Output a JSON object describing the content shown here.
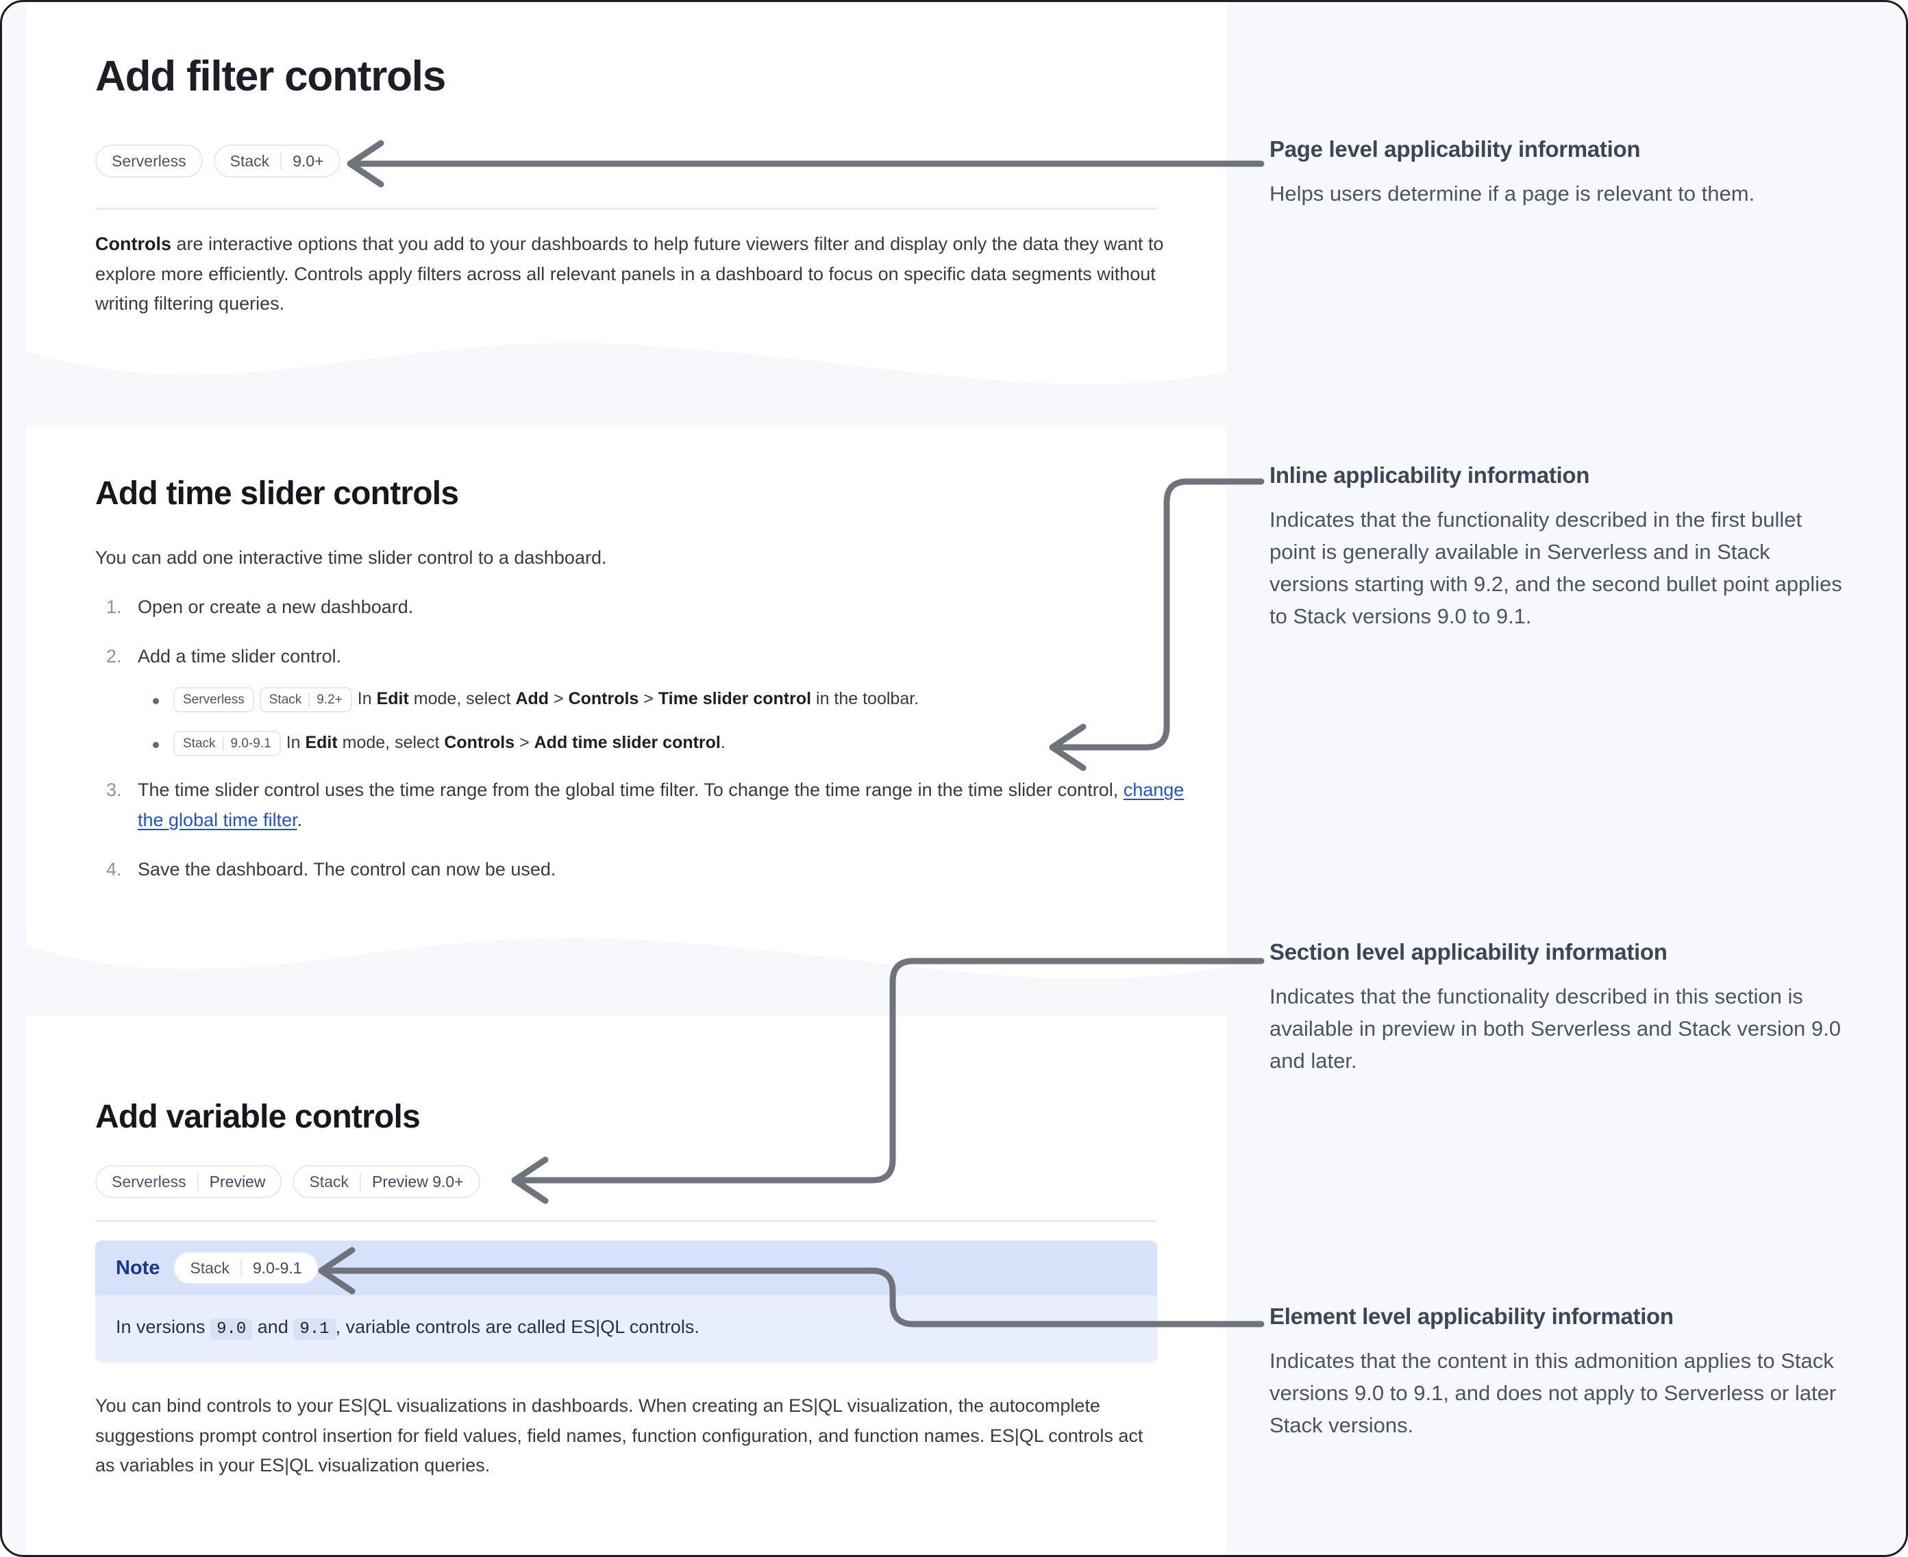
{
  "page": {
    "title": "Add filter controls",
    "title_badges": [
      {
        "lifecycle": "Serverless",
        "version": ""
      },
      {
        "lifecycle": "Stack",
        "version": "9.0+"
      }
    ],
    "intro": {
      "lead": "Controls",
      "rest": " are interactive options that you add to your dashboards to help future viewers filter and display only the data they want to explore more efficiently. Controls apply filters across all relevant panels in a dashboard to focus on specific data segments without writing filtering queries."
    }
  },
  "time_slider_section": {
    "heading": "Add time slider controls",
    "intro": "You can add one interactive time slider control to a dashboard.",
    "steps": [
      {
        "text": "Open or create a new dashboard."
      },
      {
        "text": "Add a time slider control."
      },
      {
        "text_before_link": "The time slider control uses the time range from the global time filter. To change the time range in the time slider control, ",
        "link": "change the global time filter",
        "text_after_link": "."
      },
      {
        "text": "Save the dashboard. The control can now be used."
      }
    ],
    "substeps": [
      {
        "badges": [
          {
            "lifecycle": "Serverless",
            "version": ""
          },
          {
            "lifecycle": "Stack",
            "version": "9.2+"
          }
        ],
        "parts": [
          {
            "t": "In ",
            "b": false
          },
          {
            "t": "Edit",
            "b": true
          },
          {
            "t": " mode, select ",
            "b": false
          },
          {
            "t": "Add",
            "b": true
          },
          {
            "t": " > ",
            "b": false
          },
          {
            "t": "Controls",
            "b": true
          },
          {
            "t": " > ",
            "b": false
          },
          {
            "t": "Time slider control",
            "b": true
          },
          {
            "t": " in the toolbar.",
            "b": false
          }
        ]
      },
      {
        "badges": [
          {
            "lifecycle": "Stack",
            "version": "9.0-9.1"
          }
        ],
        "parts": [
          {
            "t": "In ",
            "b": false
          },
          {
            "t": "Edit",
            "b": true
          },
          {
            "t": " mode, select ",
            "b": false
          },
          {
            "t": "Controls",
            "b": true
          },
          {
            "t": " > ",
            "b": false
          },
          {
            "t": "Add time slider control",
            "b": true
          },
          {
            "t": ".",
            "b": false
          }
        ]
      }
    ]
  },
  "variable_section": {
    "heading": "Add variable controls",
    "badges": [
      {
        "lifecycle": "Serverless",
        "version": "Preview"
      },
      {
        "lifecycle": "Stack",
        "version": "Preview 9.0+"
      }
    ],
    "note": {
      "label": "Note",
      "badge": {
        "lifecycle": "Stack",
        "version": "9.0-9.1"
      },
      "body_parts": [
        {
          "t": "In versions ",
          "code": false
        },
        {
          "t": "9.0",
          "code": true
        },
        {
          "t": " and ",
          "code": false
        },
        {
          "t": "9.1",
          "code": true
        },
        {
          "t": ", variable controls are called ES|QL controls.",
          "code": false
        }
      ]
    },
    "paragraph": "You can bind controls to your ES|QL visualizations in dashboards. When creating an ES|QL visualization, the autocomplete suggestions prompt control insertion for field values, field names, function configuration, and function names. ES|QL controls act as variables in your ES|QL visualization queries."
  },
  "annotations": [
    {
      "id": "page-level",
      "title": "Page level applicability information",
      "body": "Helps users determine if a page is relevant to them."
    },
    {
      "id": "inline",
      "title": "Inline applicability information",
      "body": "Indicates that the functionality described in the first bullet point is generally available in Serverless and in Stack versions starting with 9.2, and the second bullet point applies to Stack versions 9.0 to 9.1."
    },
    {
      "id": "section-level",
      "title": "Section level applicability information",
      "body": "Indicates that the functionality described in this section is available in preview in both Serverless and Stack version 9.0 and later."
    },
    {
      "id": "element-level",
      "title": "Element level applicability information",
      "body": "Indicates that the content in this admonition applies to Stack versions 9.0 to 9.1, and does not apply to Serverless or later Stack versions."
    }
  ],
  "colors": {
    "page_background": "#f7f8fc",
    "card_background": "#ffffff",
    "badge_border": "#e6e9f2",
    "badge_text": "#4a5369",
    "link": "#1f53d6",
    "note_background": "#e8eefc",
    "note_header_background": "#d6e2fa",
    "note_label": "#17378f",
    "connector": "#6f747c",
    "annotation_title": "#3d4657",
    "annotation_body": "#4a5465"
  }
}
